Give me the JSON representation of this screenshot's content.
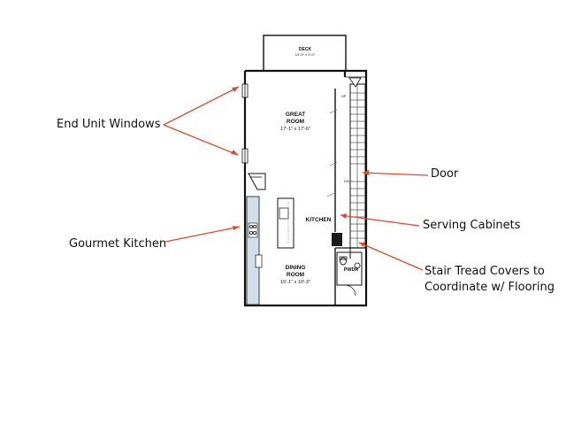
{
  "callouts": {
    "end_unit_windows": "End Unit Windows",
    "gourmet_kitchen": "Gourmet Kitchen",
    "door": "Door",
    "serving_cabinets": "Serving Cabinets",
    "stair_tread_line1": "Stair Tread Covers to",
    "stair_tread_line2": "Coordinate w/ Flooring"
  },
  "rooms": {
    "deck": {
      "name": "DECK",
      "dims": "13'-0\" x 9'-0\""
    },
    "great_room": {
      "name_line1": "GREAT",
      "name_line2": "ROOM",
      "dims": "17'-1\" x 17'-6\""
    },
    "kitchen": {
      "name": "KITCHEN"
    },
    "dining_room": {
      "name_line1": "DINING",
      "name_line2": "ROOM",
      "dims": "15'-1\" x 10'-3\""
    },
    "powder": {
      "name": "PWDR"
    }
  },
  "stair_labels": {
    "up": "UP",
    "dn": "DN"
  },
  "colors": {
    "arrow": "#e04a2f",
    "wall": "#111111",
    "counter": "#cfe0ea"
  }
}
